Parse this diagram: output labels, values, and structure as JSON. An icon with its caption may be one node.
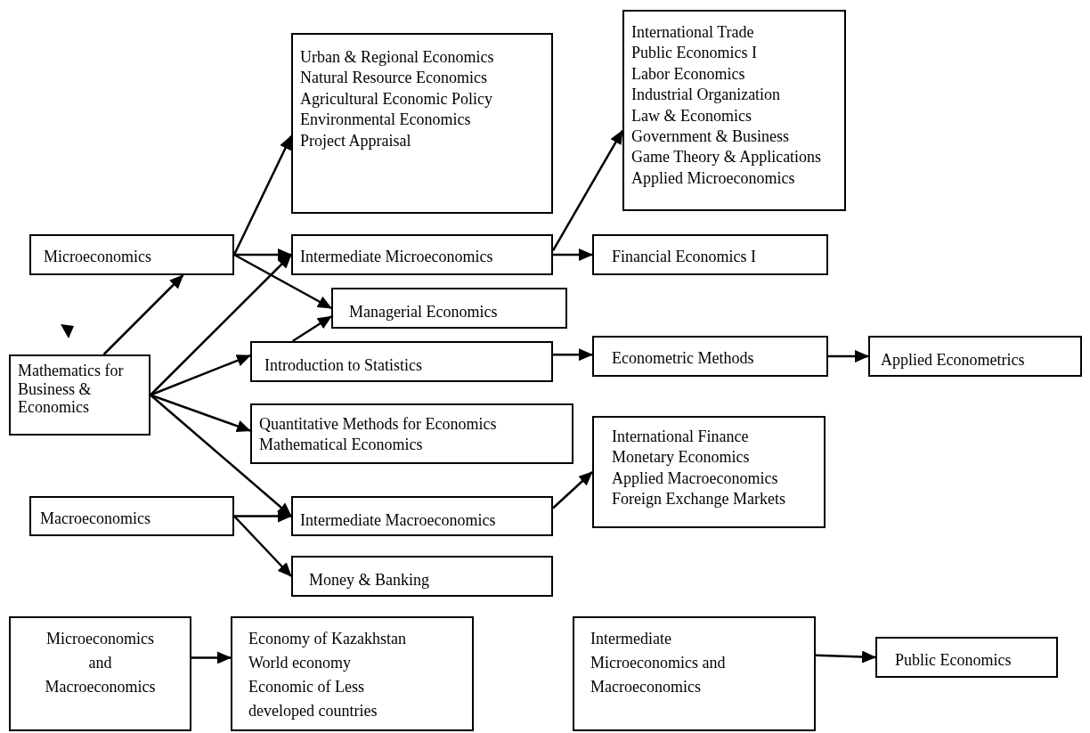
{
  "diagram": {
    "nodes": [
      {
        "text": [
          "Microeconomics"
        ]
      },
      {
        "text": [
          "Mathematics for Business & Economics"
        ]
      },
      {
        "text": [
          "Urban & Regional Economics",
          "Natural Resource Economics",
          "Agricultural Economic Policy",
          "Environmental Economics",
          "Project Appraisal"
        ]
      },
      {
        "text": [
          "International Trade",
          "Public Economics I",
          "Labor Economics",
          "Industrial Organization",
          "Law & Economics",
          "Government & Business",
          "Game Theory & Applications",
          "Applied Microeconomics"
        ]
      },
      {
        "text": [
          "Intermediate Microeconomics"
        ]
      },
      {
        "text": [
          "Financial Economics I"
        ]
      },
      {
        "text": [
          "Managerial Economics"
        ]
      },
      {
        "text": [
          "Introduction to Statistics"
        ]
      },
      {
        "text": [
          "Econometric Methods"
        ]
      },
      {
        "text": [
          "Applied Econometrics"
        ]
      },
      {
        "text": [
          "Quantitative Methods for Economics",
          "Mathematical Economics"
        ]
      },
      {
        "text": [
          "International Finance",
          "Monetary Economics",
          "Applied Macroeconomics",
          "Foreign Exchange Markets"
        ]
      },
      {
        "text": [
          "Macroeconomics"
        ]
      },
      {
        "text": [
          "Intermediate Macroeconomics"
        ]
      },
      {
        "text": [
          "Money & Banking"
        ]
      },
      {
        "text": [
          "Microeconomics and Macroeconomics"
        ]
      },
      {
        "text": [
          "Economy of Kazakhstan",
          "World economy",
          "Economic of Less developed countries"
        ]
      },
      {
        "text": [
          "Intermediate Microeconomics and Macroeconomics"
        ]
      },
      {
        "text": [
          "Public Economics"
        ]
      }
    ],
    "edges": [
      {
        "from": 1,
        "to": 0,
        "arrow": "to"
      },
      {
        "from": 0,
        "to": 2,
        "arrow": "to"
      },
      {
        "from": 0,
        "to": 4,
        "arrow": "to"
      },
      {
        "from": 0,
        "to": 6,
        "arrow": "to"
      },
      {
        "from": 1,
        "to": 4,
        "arrow": "to"
      },
      {
        "from": 1,
        "to": 7,
        "arrow": "to"
      },
      {
        "from": 1,
        "to": 10,
        "arrow": "to"
      },
      {
        "from": 1,
        "to": 13,
        "arrow": "to"
      },
      {
        "from": 7,
        "to": 6,
        "arrow": "to"
      },
      {
        "from": 4,
        "to": 3,
        "arrow": "to"
      },
      {
        "from": 4,
        "to": 5,
        "arrow": "to"
      },
      {
        "from": 7,
        "to": 8,
        "arrow": "to"
      },
      {
        "from": 8,
        "to": 9,
        "arrow": "to"
      },
      {
        "from": 12,
        "to": 13,
        "arrow": "to"
      },
      {
        "from": 12,
        "to": 14,
        "arrow": "to"
      },
      {
        "from": 13,
        "to": 11,
        "arrow": "to"
      },
      {
        "from": 15,
        "to": 16,
        "arrow": "to"
      },
      {
        "from": 17,
        "to": 18,
        "arrow": "to"
      }
    ]
  }
}
